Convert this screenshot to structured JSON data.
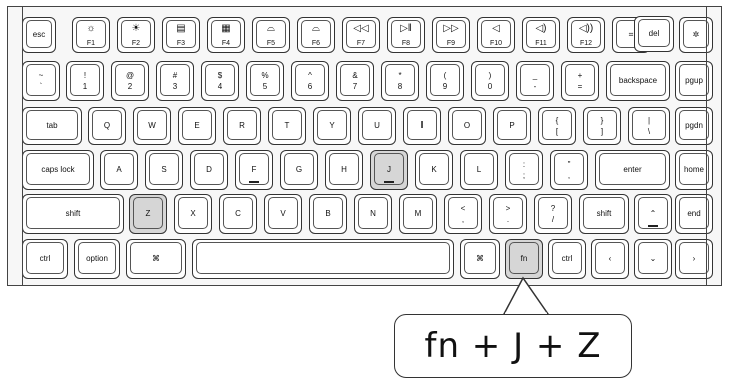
{
  "keys": {
    "esc": "esc",
    "f1": "F1",
    "f2": "F2",
    "f3": "F3",
    "f4": "F4",
    "f5": "F5",
    "f6": "F6",
    "f7": "F7",
    "f8": "F8",
    "f9": "F9",
    "f10": "F10",
    "f11": "F11",
    "f12": "F12",
    "del": "del",
    "tilde_top": "~",
    "tilde_bot": "`",
    "n1_top": "!",
    "n1_bot": "1",
    "n2_top": "@",
    "n2_bot": "2",
    "n3_top": "#",
    "n3_bot": "3",
    "n4_top": "$",
    "n4_bot": "4",
    "n5_top": "%",
    "n5_bot": "5",
    "n6_top": "^",
    "n6_bot": "6",
    "n7_top": "&",
    "n7_bot": "7",
    "n8_top": "*",
    "n8_bot": "8",
    "n9_top": "(",
    "n9_bot": "9",
    "n0_top": ")",
    "n0_bot": "0",
    "minus_top": "_",
    "minus_bot": "-",
    "plus_top": "+",
    "plus_bot": "=",
    "backspace": "backspace",
    "pgup": "pgup",
    "tab": "tab",
    "q": "Q",
    "w": "W",
    "e": "E",
    "r": "R",
    "t": "T",
    "y": "Y",
    "u": "U",
    "i": "I",
    "o": "O",
    "p": "P",
    "lbrace_top": "{",
    "lbrace_bot": "[",
    "rbrace_top": "}",
    "rbrace_bot": "]",
    "pipe_top": "|",
    "pipe_bot": "\\",
    "pgdn": "pgdn",
    "capslock": "caps lock",
    "a": "A",
    "s": "S",
    "d": "D",
    "f": "F",
    "g": "G",
    "h": "H",
    "j": "J",
    "k": "K",
    "l": "L",
    "colon_top": ":",
    "colon_bot": ";",
    "quote_top": "\"",
    "quote_bot": ",",
    "enter": "enter",
    "home": "home",
    "lshift": "shift",
    "z": "Z",
    "x": "X",
    "c": "C",
    "v": "V",
    "b": "B",
    "n": "N",
    "m": "M",
    "lt_top": "<",
    "lt_bot": ",",
    "gt_top": ">",
    "gt_bot": ".",
    "q_top": "?",
    "q_bot": "/",
    "rshift": "shift",
    "end": "end",
    "ctrl": "ctrl",
    "option": "option",
    "cmd": "⌘",
    "cmd_r": "⌘",
    "fn": "fn",
    "ctrl_r": "ctrl"
  },
  "callout": {
    "text": "fn + J + Z"
  },
  "highlighted_keys": [
    "J",
    "Z",
    "fn"
  ],
  "highlight_color": "#d6d6d6",
  "icons": {
    "f1": "brightness-down-icon",
    "f2": "brightness-up-icon",
    "f3": "mission-control-icon",
    "f4": "launchpad-icon",
    "f5": "backlight-down-icon",
    "f6": "backlight-up-icon",
    "f7": "previous-track-icon",
    "f8": "play-pause-icon",
    "f9": "next-track-icon",
    "f10": "mute-icon",
    "f11": "volume-down-icon",
    "f12": "volume-up-icon",
    "screenshot": "screenshot-icon",
    "light": "light-effect-icon",
    "bluetooth": "bluetooth-icon",
    "wireless": "wireless-icon",
    "arrow_up": "arrow-up-icon",
    "arrow_left": "arrow-left-icon",
    "arrow_down": "arrow-down-icon",
    "arrow_right": "arrow-right-icon"
  }
}
